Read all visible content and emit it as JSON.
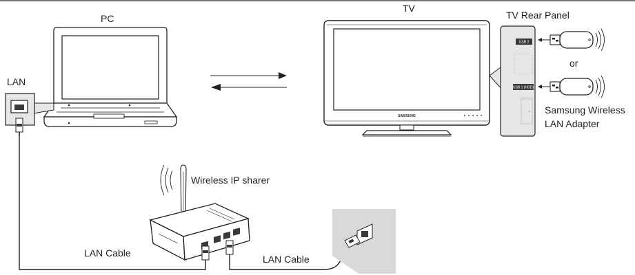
{
  "labels": {
    "pc": "PC",
    "tv": "TV",
    "tv_rear_panel": "TV Rear Panel",
    "lan": "LAN",
    "or": "or",
    "samsung_adapter_line1": "Samsung Wireless",
    "samsung_adapter_line2": "LAN Adapter",
    "wireless_ip_sharer": "Wireless IP sharer",
    "lan_cable_left": "LAN Cable",
    "lan_cable_right": "LAN Cable"
  },
  "tv_brand": "SAMSUNG",
  "ports": {
    "usb2": "USB 2",
    "usb1_hdd": "USB 1 (HDD)"
  },
  "colors": {
    "line": "#231f20",
    "panel_gray": "#e6e6e6",
    "wall_gray": "#d9d9d9",
    "screen_white": "#ffffff",
    "port_dark": "#3a3a3a"
  }
}
